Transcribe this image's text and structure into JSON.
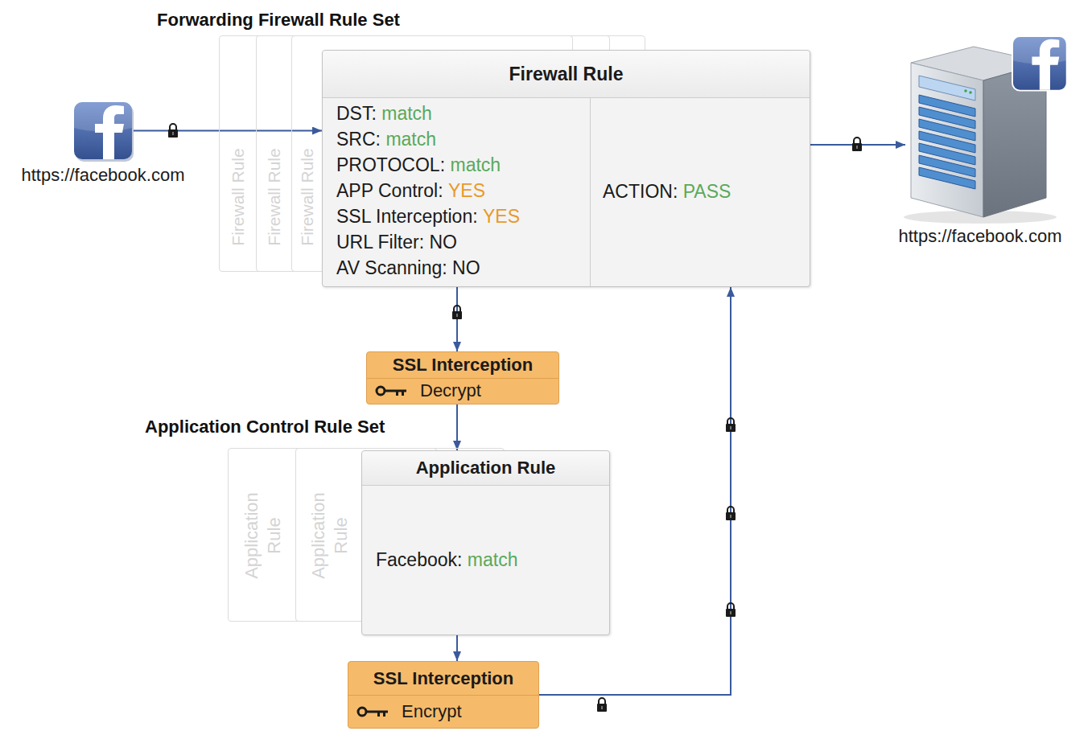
{
  "diagram": {
    "nodes": [
      {
        "text": [
          "https://facebook.com"
        ]
      },
      {
        "text": [
          "Firewall Rule"
        ]
      },
      {
        "text": [
          "Firewall Rule"
        ]
      },
      {
        "text": [
          "Firewall Rule"
        ]
      },
      {
        "text": [
          "Firewall Rule",
          "DST:",
          "match",
          "SRC:",
          "match",
          "PROTOCOL:",
          "match",
          "APP Control:",
          "YES",
          "SSL Interception:",
          "YES",
          "URL Filter: NO",
          "AV Scanning: NO",
          "ACTION:",
          "PASS"
        ]
      },
      {
        "text": [
          "https://facebook.com"
        ]
      },
      {
        "text": [
          "SSL Interception",
          "Decrypt"
        ]
      },
      {
        "text": [
          "Application Rule"
        ]
      },
      {
        "text": [
          "Application Rule"
        ]
      },
      {
        "text": [
          "Application Rule",
          "Facebook:",
          "match"
        ]
      },
      {
        "text": [
          "SSL Interception",
          "Encrypt"
        ]
      }
    ],
    "edges": [
      {
        "from": 0,
        "to": 4,
        "arrow": "to"
      },
      {
        "from": 4,
        "to": 5,
        "arrow": "to"
      },
      {
        "from": 4,
        "to": 6,
        "arrow": "to"
      },
      {
        "from": 6,
        "to": 9,
        "arrow": "to"
      },
      {
        "from": 9,
        "to": 10,
        "arrow": "to"
      },
      {
        "from": 10,
        "to": 4,
        "arrow": "to"
      }
    ],
    "labels": [
      "Forwarding Firewall Rule Set",
      "Application Control Rule Set"
    ]
  }
}
